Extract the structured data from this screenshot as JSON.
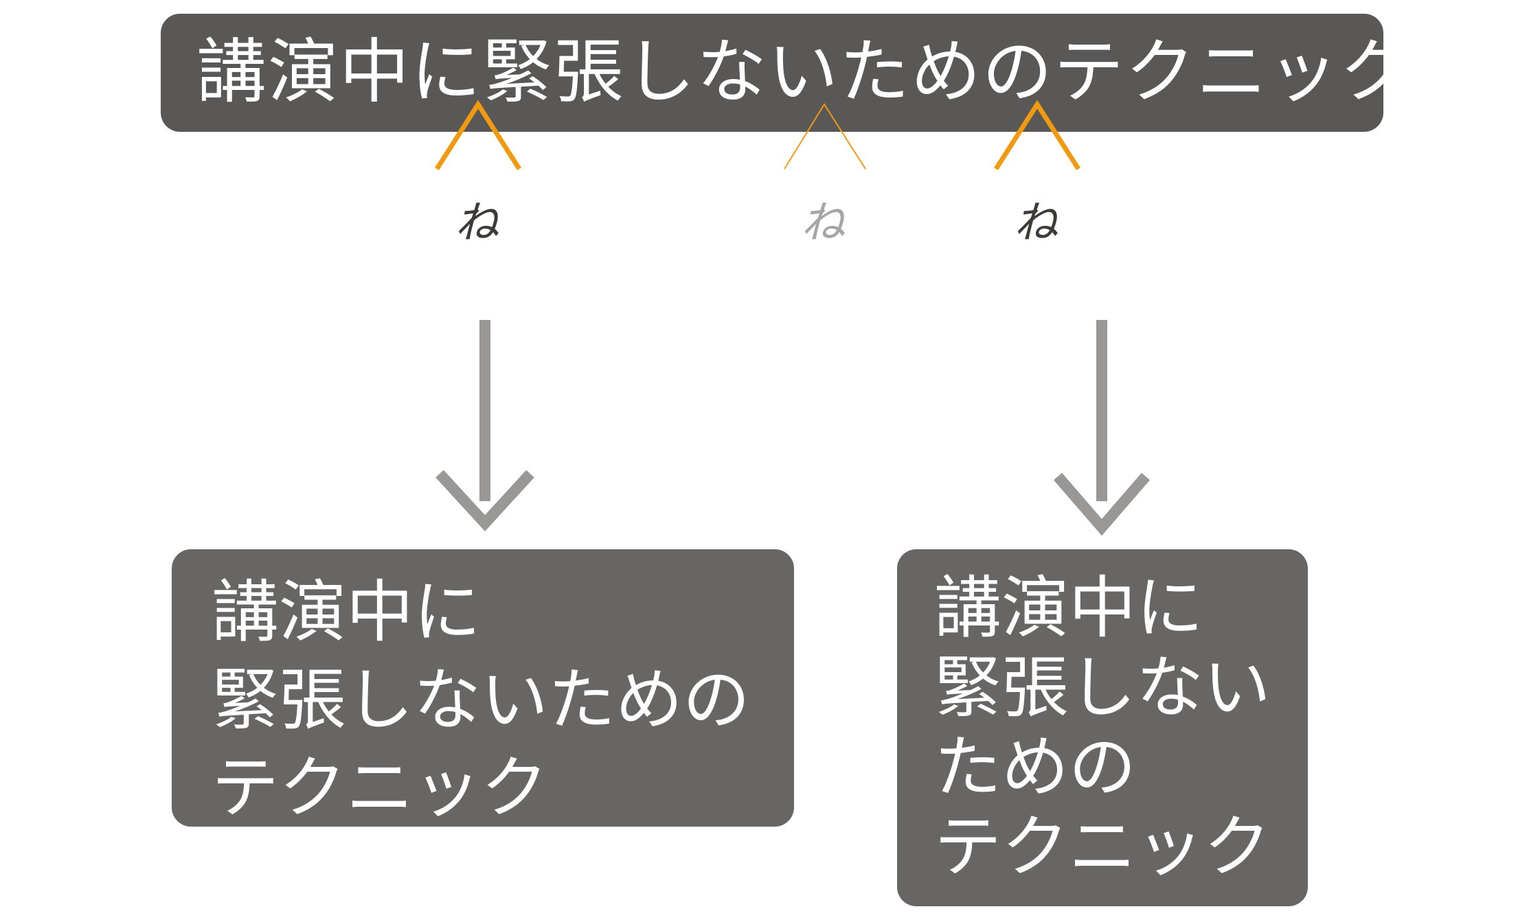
{
  "title": "講演中に緊張しないためのテクニック",
  "break_marks": [
    {
      "symbol": "ね",
      "color": "#3d3a38",
      "caret_color": "#f09a10",
      "state": "active"
    },
    {
      "symbol": "ね",
      "color": "#a8a6a4",
      "caret_color": "#f09a10",
      "state": "faded"
    },
    {
      "symbol": "ね",
      "color": "#3d3a38",
      "caret_color": "#f09a10",
      "state": "active"
    }
  ],
  "left_box": {
    "lines": [
      "講演中に",
      "緊張しないための",
      "テクニック"
    ]
  },
  "right_box": {
    "lines": [
      "講演中に",
      "緊張しない",
      "ための",
      "テクニック"
    ]
  },
  "colors": {
    "top_box": "#5a5856",
    "bottom_boxes": "#686664",
    "arrow": "#9a9897",
    "caret": "#f09a10"
  }
}
